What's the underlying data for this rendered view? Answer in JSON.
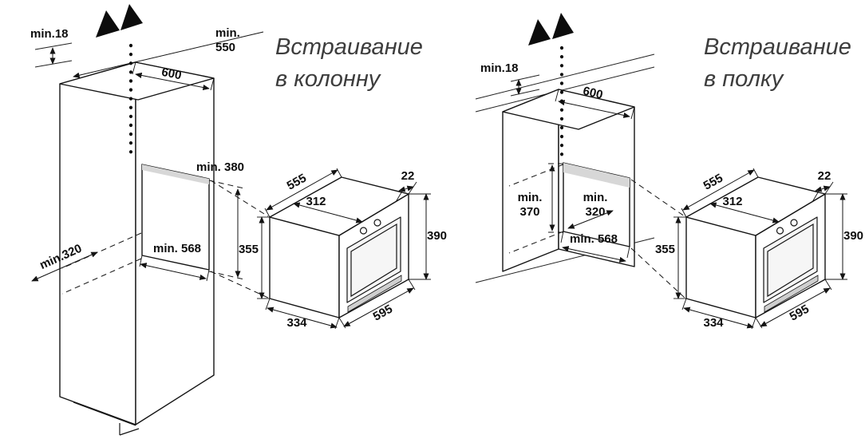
{
  "colors": {
    "line": "#141414",
    "title": "#3d3d3d"
  },
  "left": {
    "title_line1": "Встраивание",
    "title_line2": "в колонну",
    "gap_top": "min.18",
    "depth_min_1": "min.",
    "depth_min_2": "550",
    "width": "600",
    "niche_height": "min. 380",
    "niche_depth": "min.320",
    "niche_width": "min. 568"
  },
  "right": {
    "title_line1": "Встраивание",
    "title_line2": "в полку",
    "gap_top": "min.18",
    "width": "600",
    "niche_depth_1": "min.",
    "niche_depth_2": "320",
    "compartment_height_1": "min.",
    "compartment_height_2": "370",
    "niche_width": "min. 568"
  },
  "oven": {
    "body_width": "555",
    "top_depth": "312",
    "frame_overhang": "22",
    "front_height": "390",
    "body_height": "355",
    "bottom_depth": "334",
    "front_width": "595"
  }
}
